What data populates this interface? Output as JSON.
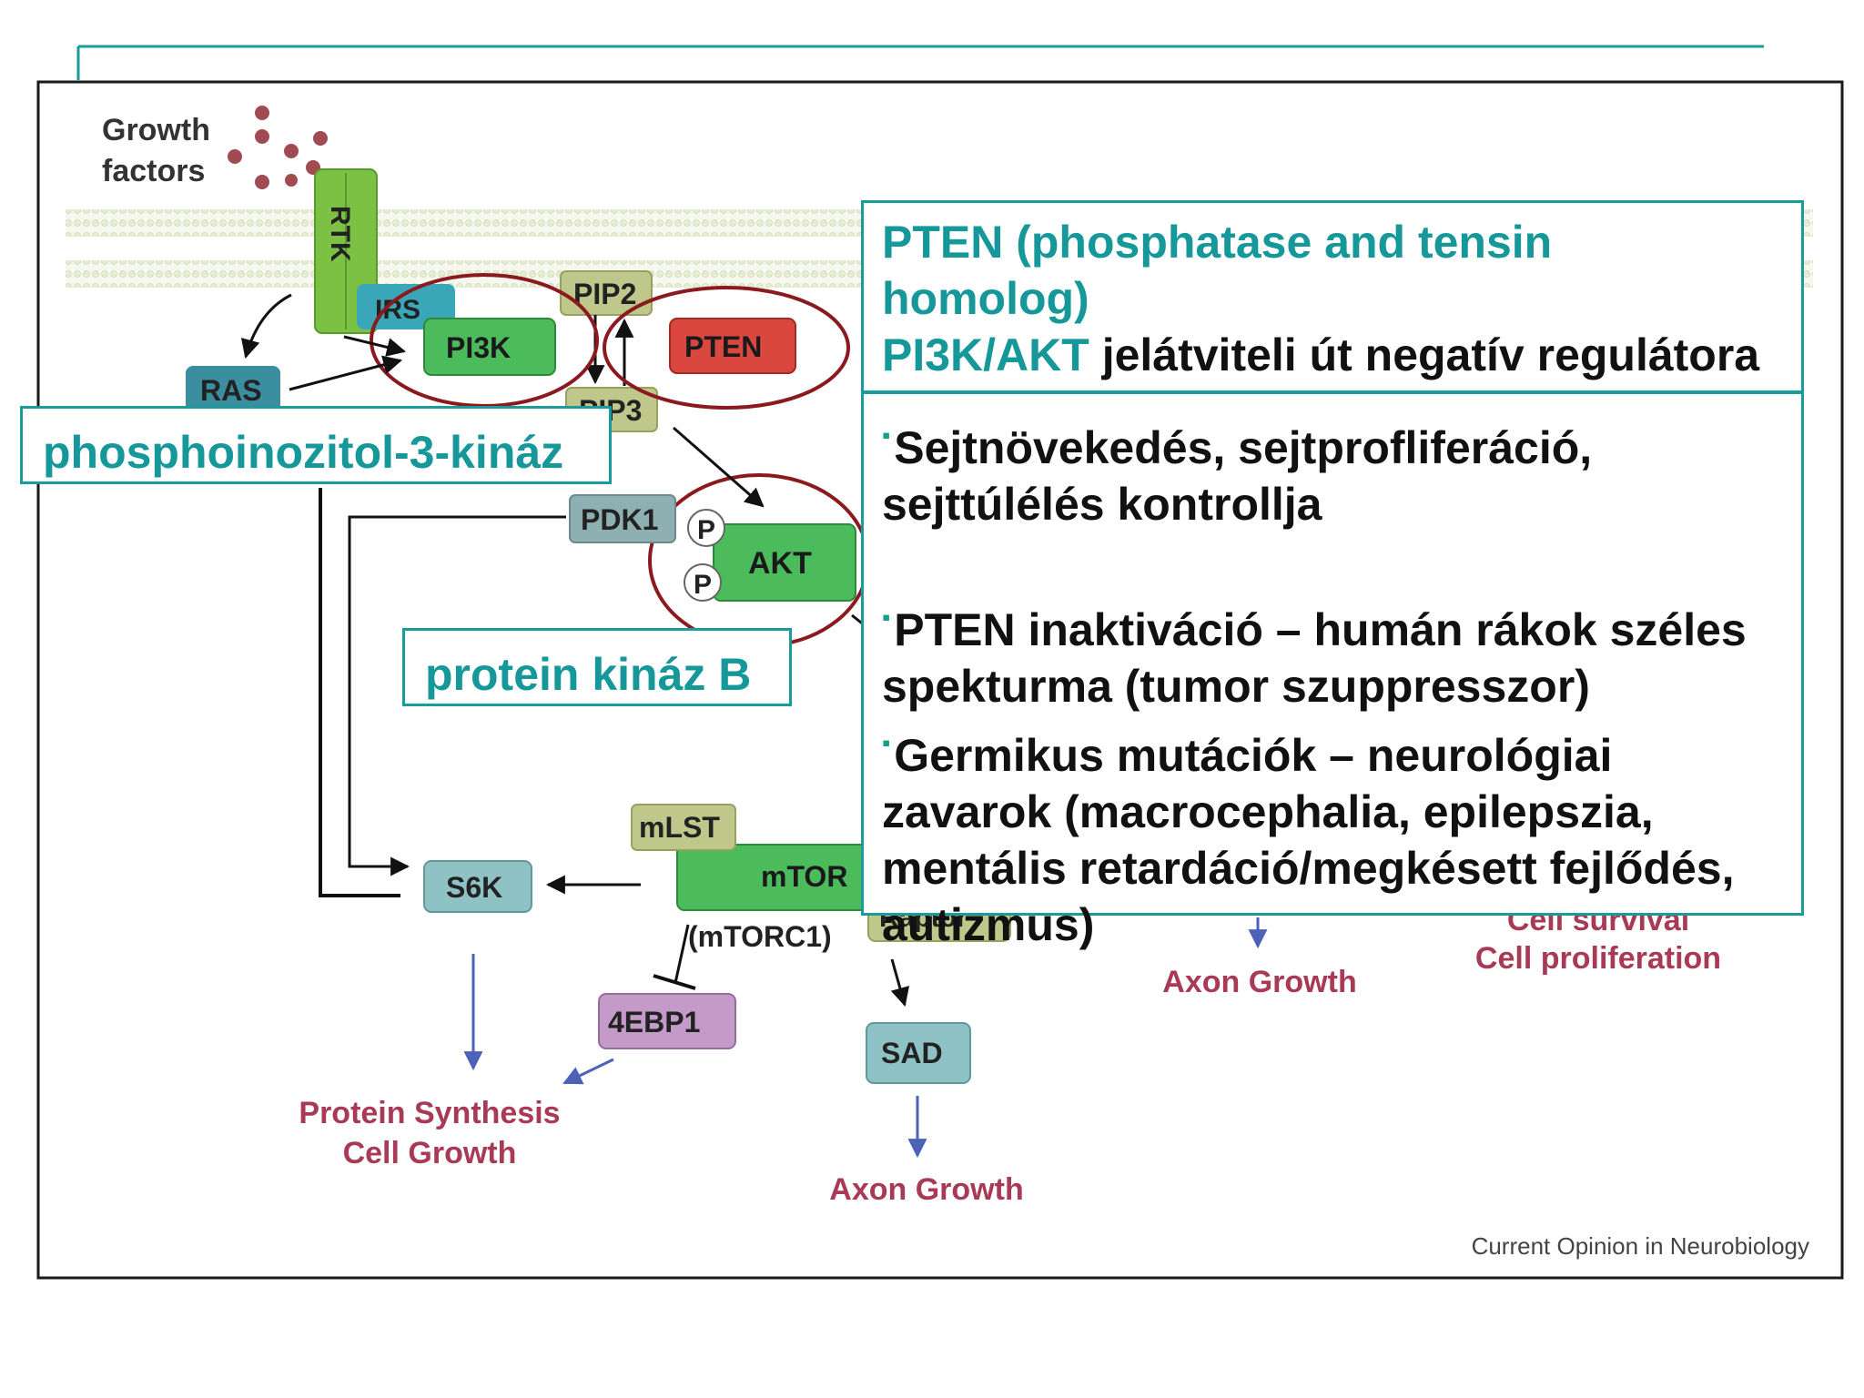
{
  "diagram": {
    "growth_factors": [
      "Growth",
      "factors"
    ],
    "nodes": {
      "rtk": "RTK",
      "irs": "IRS",
      "pi3k": "PI3K",
      "ras": "RAS",
      "pip2": "PIP2",
      "pip3": "PIP3",
      "pten": "PTEN",
      "pdk1": "PDK1",
      "p": "P",
      "akt": "AKT",
      "mlst": "mLST",
      "mtor": "mTOR",
      "s6k": "S6K",
      "raptor": "Raptor",
      "mtorc1": "(mTORC1)",
      "ebp1": "4EBP1",
      "sad": "SAD"
    },
    "outputs": {
      "protein_synthesis": "Protein Synthesis",
      "cell_growth": "Cell Growth",
      "axon_growth": "Axon Growth",
      "cell_survival": "Cell survival",
      "cell_proliferation": "Cell proliferation"
    },
    "credit": "Current Opinion in Neurobiology"
  },
  "labels": {
    "pi3k_full": "phosphoinozitol-3-kináz",
    "akt_full": "protein kináz B"
  },
  "title_box": {
    "line1": "PTEN (phosphatase and tensin",
    "line2": "homolog)",
    "line3_teal": "PI3K/AKT",
    "line3_black": " jelátviteli út negatív regulátora"
  },
  "bullets": {
    "marker": "▪",
    "b1_l1": "Sejtnövekedés, sejtprofliferáció,",
    "b1_l2": "sejttúlélés kontrollja",
    "b2_l1": "PTEN inaktiváció – humán rákok széles",
    "b2_l2": "spekturma (tumor szuppresszor)",
    "b3_l1": "Germikus mutációk – neurológiai",
    "b3_l2": "zavarok (macrocephalia, epilepszia,",
    "b3_l3": "mentális retardáció/megkésett fejlődés,",
    "b3_l4": "autizmus)"
  },
  "colors": {
    "teal": "#16989a",
    "ring": "#8b1a1f",
    "green": "#4cbb5c",
    "pten_red": "#d9473f",
    "output_red": "#a83a55"
  }
}
